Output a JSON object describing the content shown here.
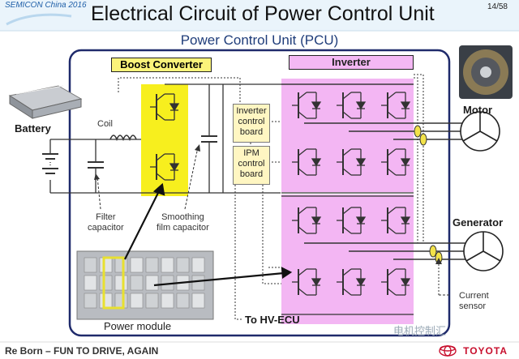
{
  "header": {
    "event": "SEMICON China 2016",
    "title": "Electrical Circuit of Power Control Unit",
    "page": "14/58"
  },
  "diagram": {
    "pcu_title": "Power Control Unit (PCU)",
    "boost_converter": "Boost Converter",
    "inverter": "Inverter",
    "inverter_control_board": "Inverter\ncontrol\nboard",
    "ipm_control_board": "IPM\ncontrol\nboard",
    "battery": "Battery",
    "coil": "Coil",
    "filter_capacitor": "Filter\ncapacitor",
    "smoothing_capacitor": "Smoothing\nfilm capacitor",
    "motor": "Motor",
    "generator": "Generator",
    "current_sensor": "Current\nsensor",
    "to_hv_ecu": "To HV-ECU",
    "power_module": "Power module"
  },
  "footer": {
    "slogan": "Re Born – FUN TO DRIVE, AGAIN",
    "brand": "TOYOTA",
    "watermark": "电机控制汇"
  },
  "colors": {
    "boost_fill": "#f7ef1e",
    "inverter_fill": "#f3b6f3",
    "pcu_border": "#1f2a6b",
    "sensor": "#f2e24a"
  }
}
